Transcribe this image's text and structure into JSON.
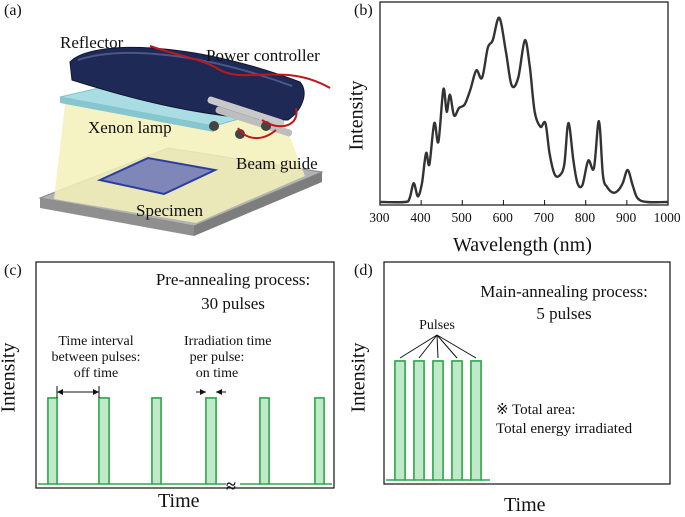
{
  "panels": {
    "a": {
      "tag": "(a)",
      "labels": {
        "reflector": "Reflector",
        "power_controller": "Power controller",
        "xenon_lamp": "Xenon lamp",
        "beam_guide": "Beam guide",
        "specimen": "Specimen"
      },
      "colors": {
        "reflector": "#1e2a55",
        "beam_guide": "#a9dde3",
        "light": "#f3f0b8",
        "stage": "#a7a7a7",
        "cable": "#c01818",
        "specimen": "#3a4fa8"
      }
    },
    "b": {
      "tag": "(b)",
      "ylabel": "Intensity",
      "xlabel": "Wavelength (nm)",
      "xticks": [
        "300",
        "400",
        "500",
        "600",
        "700",
        "800",
        "900",
        "1000"
      ]
    },
    "c": {
      "tag": "(c)",
      "title_line1": "Pre-annealing process:",
      "title_line2": "30 pulses",
      "off_time_line1": "Time interval",
      "off_time_line2": "between pulses:",
      "off_time_line3": "off time",
      "on_time_line1": "Irradiation time",
      "on_time_line2": "per pulse:",
      "on_time_line3": "on time",
      "ylabel": "Intensity",
      "xlabel": "Time",
      "break_mark": "≈"
    },
    "d": {
      "tag": "(d)",
      "title_line1": "Main-annealing process:",
      "title_line2": "5 pulses",
      "pulses_label": "Pulses",
      "note_line1": "※ Total area:",
      "note_line2": "Total energy irradiated",
      "ylabel": "Intensity",
      "xlabel": "Time"
    }
  },
  "chart_data": {
    "type": "line",
    "x": [
      300,
      360,
      372,
      382,
      392,
      402,
      412,
      420,
      432,
      442,
      454,
      462,
      470,
      480,
      492,
      506,
      520,
      534,
      548,
      562,
      574,
      590,
      606,
      620,
      636,
      652,
      664,
      676,
      690,
      702,
      712,
      724,
      736,
      748,
      758,
      770,
      780,
      792,
      806,
      820,
      832,
      842,
      852,
      866,
      878,
      890,
      902,
      914,
      926,
      950,
      1000
    ],
    "y": [
      0.0,
      0.0,
      0.02,
      0.1,
      0.03,
      0.1,
      0.26,
      0.2,
      0.42,
      0.32,
      0.6,
      0.48,
      0.57,
      0.46,
      0.5,
      0.52,
      0.6,
      0.7,
      0.66,
      0.82,
      0.86,
      0.98,
      0.8,
      0.62,
      0.66,
      0.86,
      0.72,
      0.48,
      0.4,
      0.42,
      0.26,
      0.15,
      0.14,
      0.2,
      0.42,
      0.22,
      0.1,
      0.09,
      0.22,
      0.18,
      0.43,
      0.14,
      0.08,
      0.05,
      0.06,
      0.1,
      0.17,
      0.09,
      0.02,
      0.0,
      0.0
    ],
    "xlabel": "Wavelength (nm)",
    "ylabel": "Intensity",
    "xlim": [
      300,
      1000
    ],
    "ylim": [
      0,
      1
    ],
    "grid": false
  }
}
